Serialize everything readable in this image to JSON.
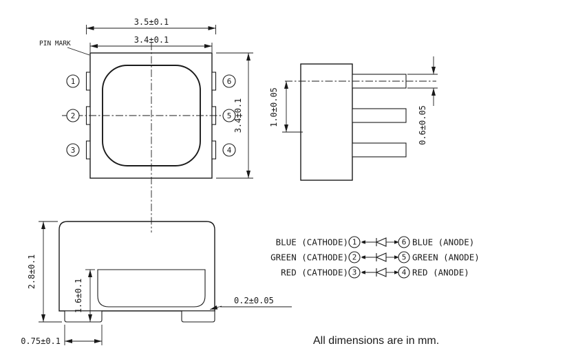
{
  "colors": {
    "line": "#1a1a1a",
    "background": "#ffffff"
  },
  "top_view": {
    "pin_mark_label": "PIN MARK",
    "dim_overall_width": "3.5±0.1",
    "dim_body_width": "3.4±0.1",
    "dim_body_height": "3.4±0.1",
    "pins_left": [
      "1",
      "2",
      "3"
    ],
    "pins_right": [
      "6",
      "5",
      "4"
    ]
  },
  "side_view": {
    "dim_standoff": "1.0±0.05",
    "dim_lead_height": "0.6±0.05"
  },
  "front_view": {
    "dim_overall_height": "2.8±0.1",
    "dim_cavity_height": "1.6±0.1",
    "dim_lead_foot_width": "0.75±0.1",
    "dim_lead_thickness": "0.2±0.05"
  },
  "circuit": {
    "rows": [
      {
        "left_label": "BLUE (CATHODE)",
        "left_pin": "1",
        "right_pin": "6",
        "right_label": "BLUE (ANODE)"
      },
      {
        "left_label": "GREEN (CATHODE)",
        "left_pin": "2",
        "right_pin": "5",
        "right_label": "GREEN (ANODE)"
      },
      {
        "left_label": "RED (CATHODE)",
        "left_pin": "3",
        "right_pin": "4",
        "right_label": "RED (ANODE)"
      }
    ]
  },
  "footer": {
    "units_note": "All dimensions are in mm."
  }
}
